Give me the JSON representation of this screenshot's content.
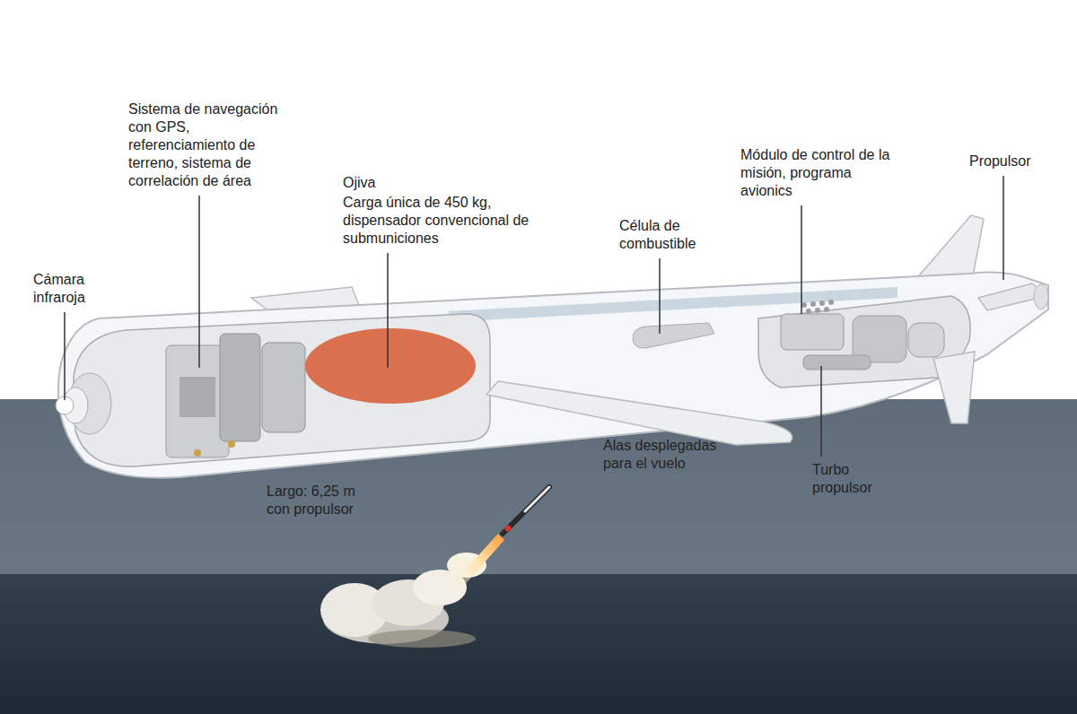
{
  "diagram": {
    "labels": [
      "Sistema de navegación con GPS, referenciamiento de terreno, sistema de correlación de área",
      "Ojiva",
      "Carga única de 450 kg, dispensador convencional de submuniciones",
      "Célula de combustible",
      "Módulo de control de la misión, programa avionics",
      "Propulsor",
      "Cámara infraroja",
      "Alas desplegadas para el vuelo",
      "Largo: 6,25 m con propulsor",
      "Turbo propulsor"
    ]
  }
}
